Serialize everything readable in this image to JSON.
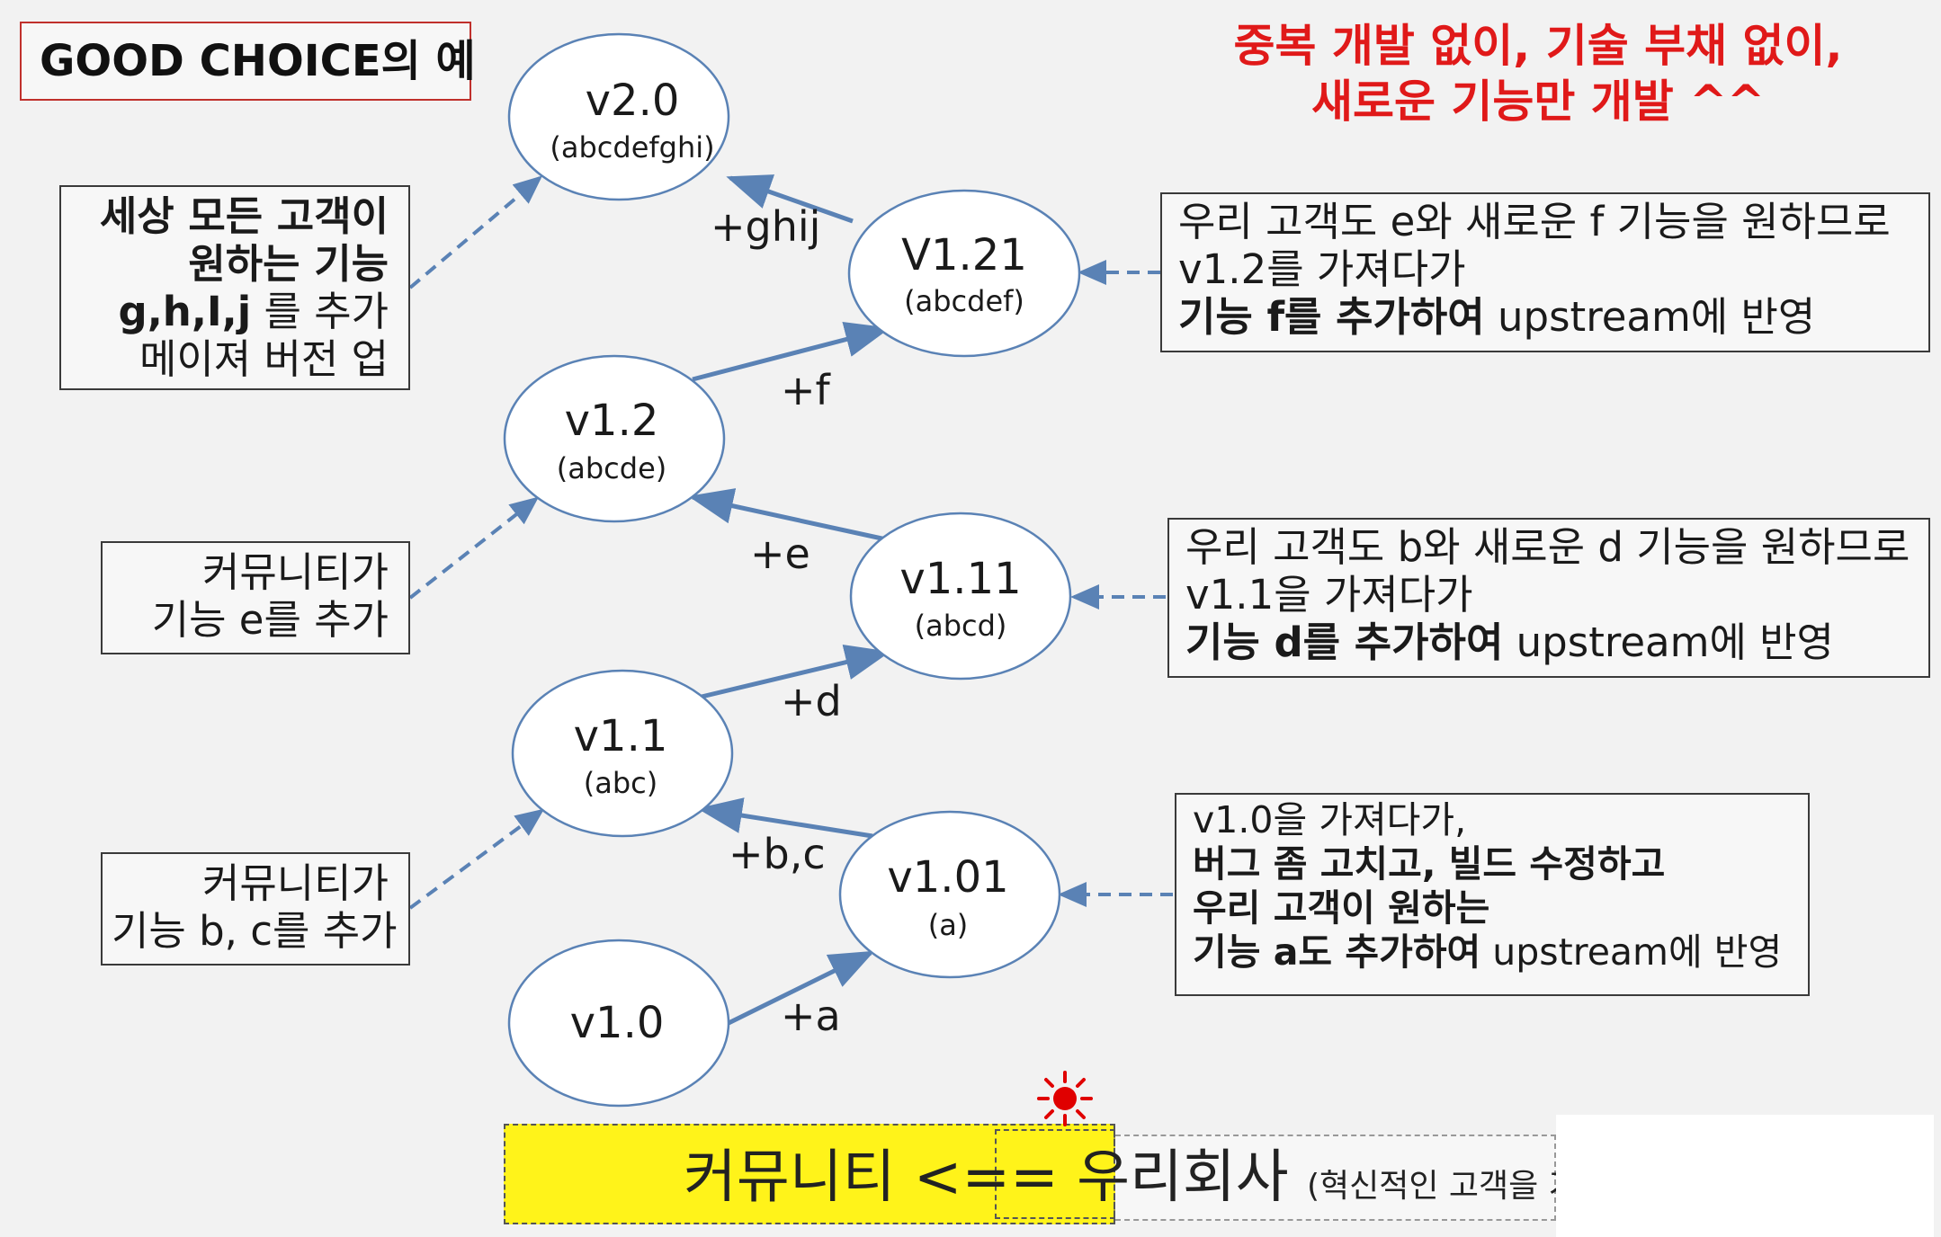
{
  "title": "GOOD CHOICE의 예",
  "headline": [
    "중복 개발 없이, 기술 부채 없이,",
    "새로운 기능만 개발 ^^"
  ],
  "nodes": {
    "v20": {
      "label": "v2.0",
      "sub": "(abcdefghi)"
    },
    "v121": {
      "label": "V1.21",
      "sub": "(abcdef)"
    },
    "v12": {
      "label": "v1.2",
      "sub": "(abcde)"
    },
    "v111": {
      "label": "v1.11",
      "sub": "(abcd)"
    },
    "v11": {
      "label": "v1.1",
      "sub": "(abc)"
    },
    "v101": {
      "label": "v1.01",
      "sub": "(a)"
    },
    "v10": {
      "label": "v1.0"
    }
  },
  "edges": {
    "ghij": "+ghij",
    "f": "+f",
    "e": "+e",
    "d": "+d",
    "bc": "+b,c",
    "a": "+a"
  },
  "left_notes": {
    "major": {
      "line1": "세상 모든 고객이",
      "line2": "원하는 기능",
      "line3_bold": "g,h,I,j",
      "line3_rest": " 를 추가",
      "line4": "메이져 버전 업"
    },
    "e": {
      "line1": "커뮤니티가",
      "line2": "기능 e를 추가"
    },
    "bc": {
      "line1": "커뮤니티가",
      "line2": "기능 b, c를 추가"
    }
  },
  "right_notes": {
    "f": {
      "line1": "우리 고객도 e와 새로운 f 기능을 원하므로",
      "line2": "v1.2를 가져다가",
      "line3_bold": "기능 f를 추가하여",
      "line3_rest": " upstream에 반영"
    },
    "d": {
      "line1": "우리 고객도 b와 새로운 d 기능을 원하므로",
      "line2": "v1.1을 가져다가",
      "line3_bold": "기능 d를 추가하여",
      "line3_rest": " upstream에 반영"
    },
    "a": {
      "line1": "v1.0을 가져다가,",
      "line2": "버그 좀 고치고, 빌드 수정하고",
      "line3": "우리 고객이 원하는",
      "line4_bold": "기능 a도 추가하여",
      "line4_rest": " upstream에 반영"
    }
  },
  "bottom": {
    "part1": "커뮤니티 <== ",
    "part2": "우리",
    "part3": "회사 ",
    "part4": "(혁신적인 고객을 가진)"
  },
  "colors": {
    "accent_red": "#e01919",
    "line_blue": "#5a82b5",
    "highlight_yellow": "#fff31a"
  }
}
